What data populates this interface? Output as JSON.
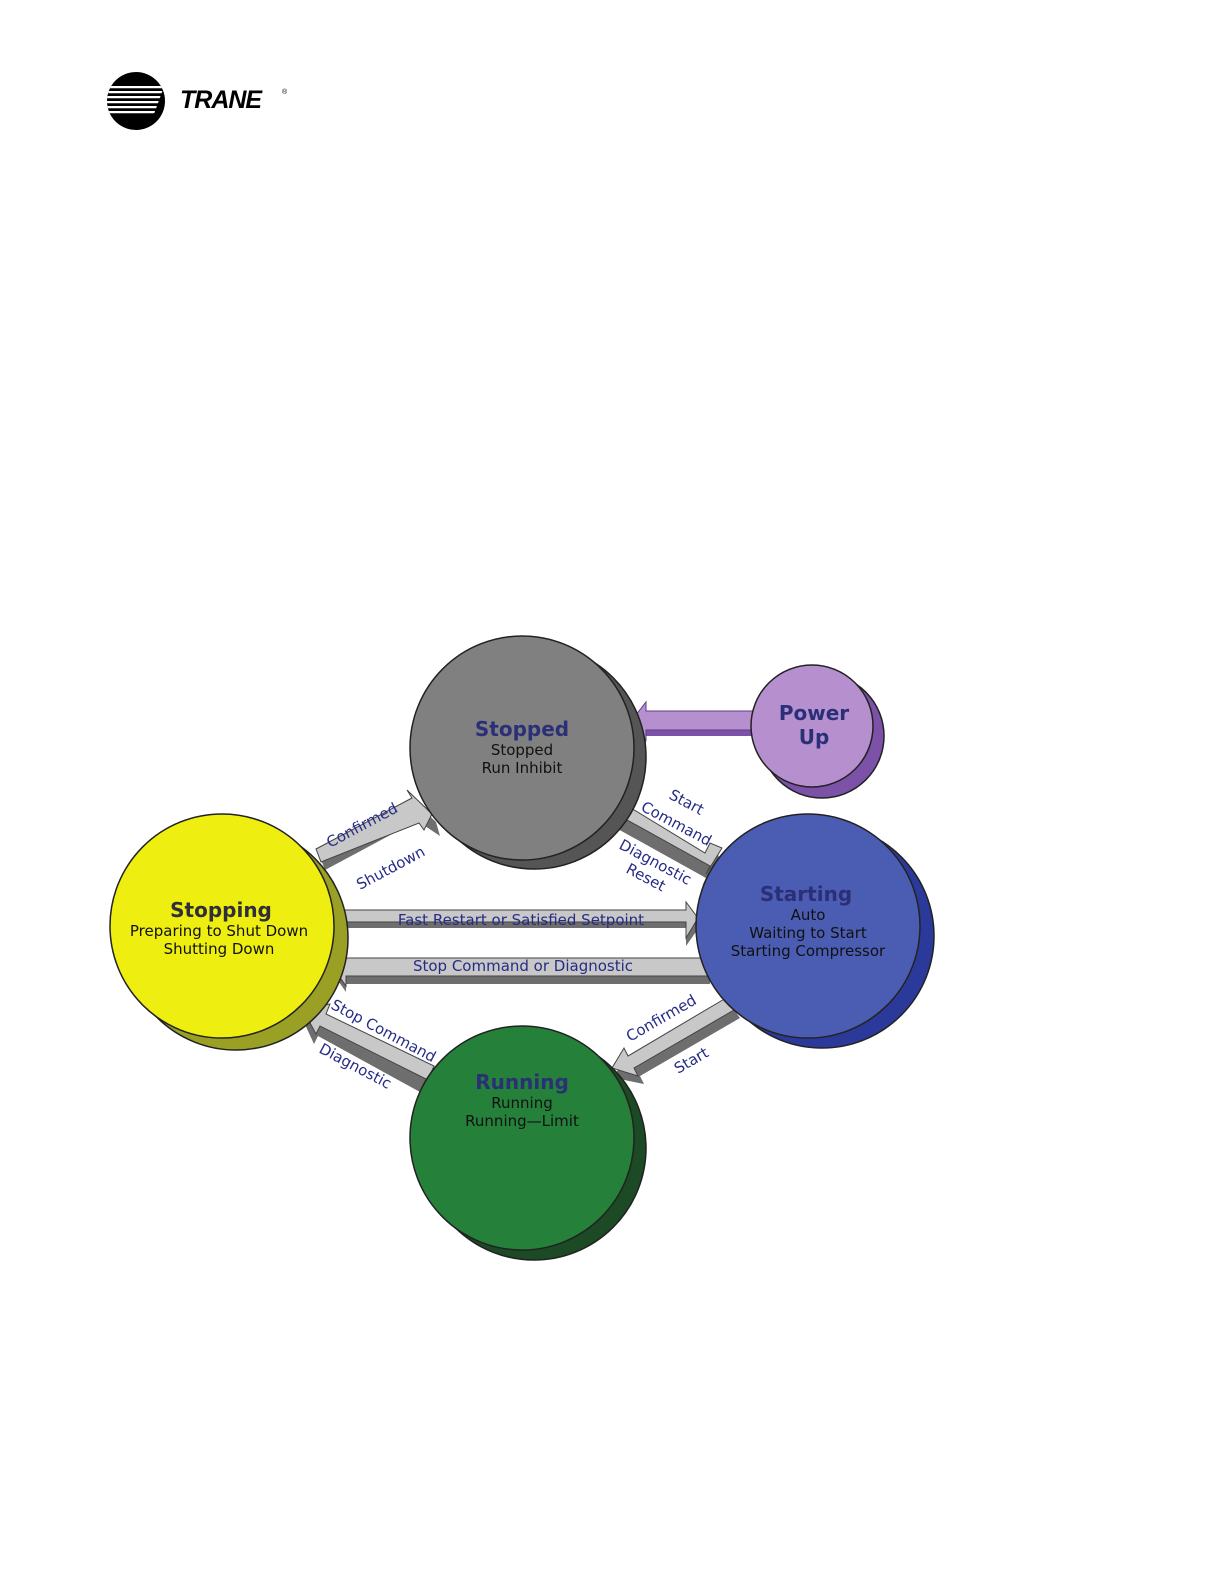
{
  "header": {
    "brand": "TRANE"
  },
  "colors": {
    "stopped": "#808080",
    "stopped_shadow": "#555555",
    "power_up": "#b68fcf",
    "power_up_shadow": "#7b52a7",
    "stopping": "#eeee11",
    "stopping_shadow": "#9aa024",
    "starting": "#4a5db3",
    "starting_shadow": "#2b3a9a",
    "running": "#25803a",
    "running_shadow": "#1c4a24",
    "arrow_fill": "#c8c8c8",
    "arrow_shade": "#6e6e6e",
    "label_text": "#262c86"
  },
  "states": {
    "stopped": {
      "title": "Stopped",
      "lines": [
        "Stopped",
        "Run Inhibit"
      ]
    },
    "power_up": {
      "title_line1": "Power",
      "title_line2": "Up"
    },
    "stopping": {
      "title": "Stopping",
      "lines": [
        "Preparing to Shut Down",
        "Shutting Down"
      ]
    },
    "starting": {
      "title": "Starting",
      "lines": [
        "Auto",
        "Waiting to Start",
        "Starting Compressor"
      ]
    },
    "running": {
      "title": "Running",
      "lines": [
        "Running",
        "Running—Limit"
      ]
    }
  },
  "transitions": {
    "confirmed_shutdown": {
      "line1": "Confirmed",
      "line2": "Shutdown"
    },
    "start_command": {
      "line1": "Start",
      "line2": "Command"
    },
    "diagnostic_reset": {
      "line1": "Diagnostic",
      "line2": "Reset"
    },
    "fast_restart": {
      "label": "Fast Restart or Satisfied Setpoint"
    },
    "stop_command_or_diagnostic": {
      "label": "Stop Command or Diagnostic"
    },
    "stop_command_diagnostic": {
      "line1": "Stop Command",
      "line2": "Diagnostic"
    },
    "confirmed_start": {
      "line1": "Confirmed",
      "line2": "Start"
    }
  }
}
